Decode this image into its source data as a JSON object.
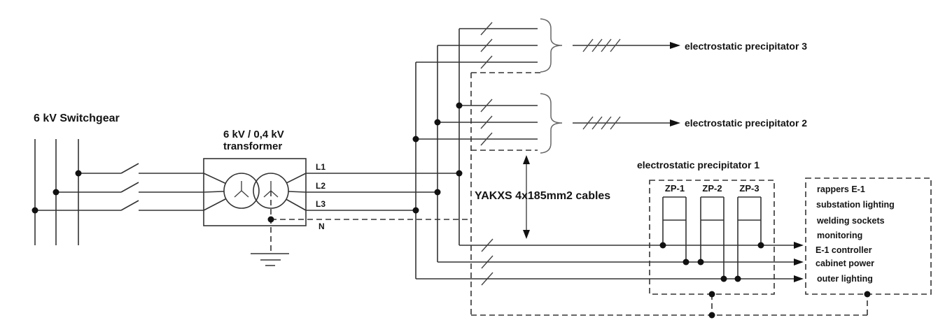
{
  "diagram": {
    "switchgear_label": "6 kV Switchgear",
    "transformer_label_line1": "6 kV / 0,4 kV",
    "transformer_label_line2": "transformer",
    "phase_l1": "L1",
    "phase_l2": "L2",
    "phase_l3": "L3",
    "phase_n": "N",
    "cables_label": "YAKXS 4x185mm2 cables",
    "precipitator3_label": "electrostatic precipitator 3",
    "precipitator2_label": "electrostatic precipitator 2",
    "precipitator1_label": "electrostatic precipitator 1",
    "zp_panels": [
      "ZP-1",
      "ZP-2",
      "ZP-3"
    ],
    "loads": [
      "rappers E-1",
      "substation lighting",
      "welding sockets",
      "monitoring",
      "E-1 controller",
      "cabinet power",
      "outer lighting"
    ],
    "colors": {
      "line": "#333333",
      "text": "#141414",
      "background": "#ffffff"
    }
  }
}
